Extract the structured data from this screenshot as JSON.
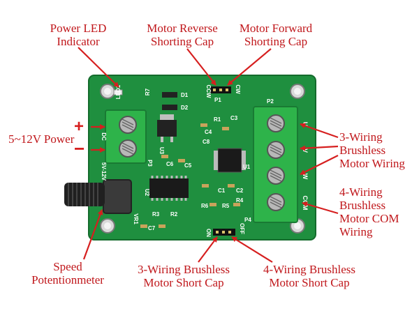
{
  "colors": {
    "label": "#c0171b",
    "arrow": "#d61f1f",
    "board": "#1f8f3f",
    "board_dark": "#146b2c",
    "terminal": "#2eb34a",
    "silkscreen": "#ffffff"
  },
  "callouts": {
    "power_led": [
      "Power LED",
      "Indicator"
    ],
    "motor_reverse": [
      "Motor Reverse",
      "Shorting Cap"
    ],
    "motor_forward": [
      "Motor Forward",
      "Shorting Cap"
    ],
    "power": [
      "5~12V Power"
    ],
    "brushless_3": [
      "3-Wiring",
      "Brushless",
      "Motor Wiring"
    ],
    "brushless_4": [
      "4-Wiring",
      "Brushless",
      "Motor COM",
      "Wiring"
    ],
    "speed_pot": [
      "Speed",
      "Potentionmeter"
    ],
    "short_cap_3": [
      "3-Wiring Brushless",
      "Motor Short Cap"
    ],
    "short_cap_4": [
      "4-Wiring Brushless",
      "Motor Short Cap"
    ]
  },
  "polarity": {
    "plus": "+",
    "minus": "−"
  },
  "silkscreen": {
    "led": "LED1",
    "r7": "R7",
    "ccw": "CCW",
    "cw": "CW",
    "p1": "P1",
    "d1": "D1",
    "d2": "D2",
    "dc": "DC",
    "p3": "P3",
    "u3": "U3",
    "c6": "C6",
    "c5": "C5",
    "v512": "5V-12V",
    "u2": "U2",
    "c4": "C4",
    "c8": "C8",
    "u1": "U1",
    "r1": "R1",
    "c3": "C3",
    "p2": "P2",
    "u": "U",
    "v": "V",
    "w": "W",
    "com": "COM",
    "r4": "R4",
    "r5": "R5",
    "r6": "R6",
    "c1": "C1",
    "c2": "C2",
    "on": "ON",
    "off": "OFF",
    "p4": "P4",
    "r3": "R3",
    "r2": "R2",
    "c7": "C7",
    "vr1": "VR1"
  }
}
